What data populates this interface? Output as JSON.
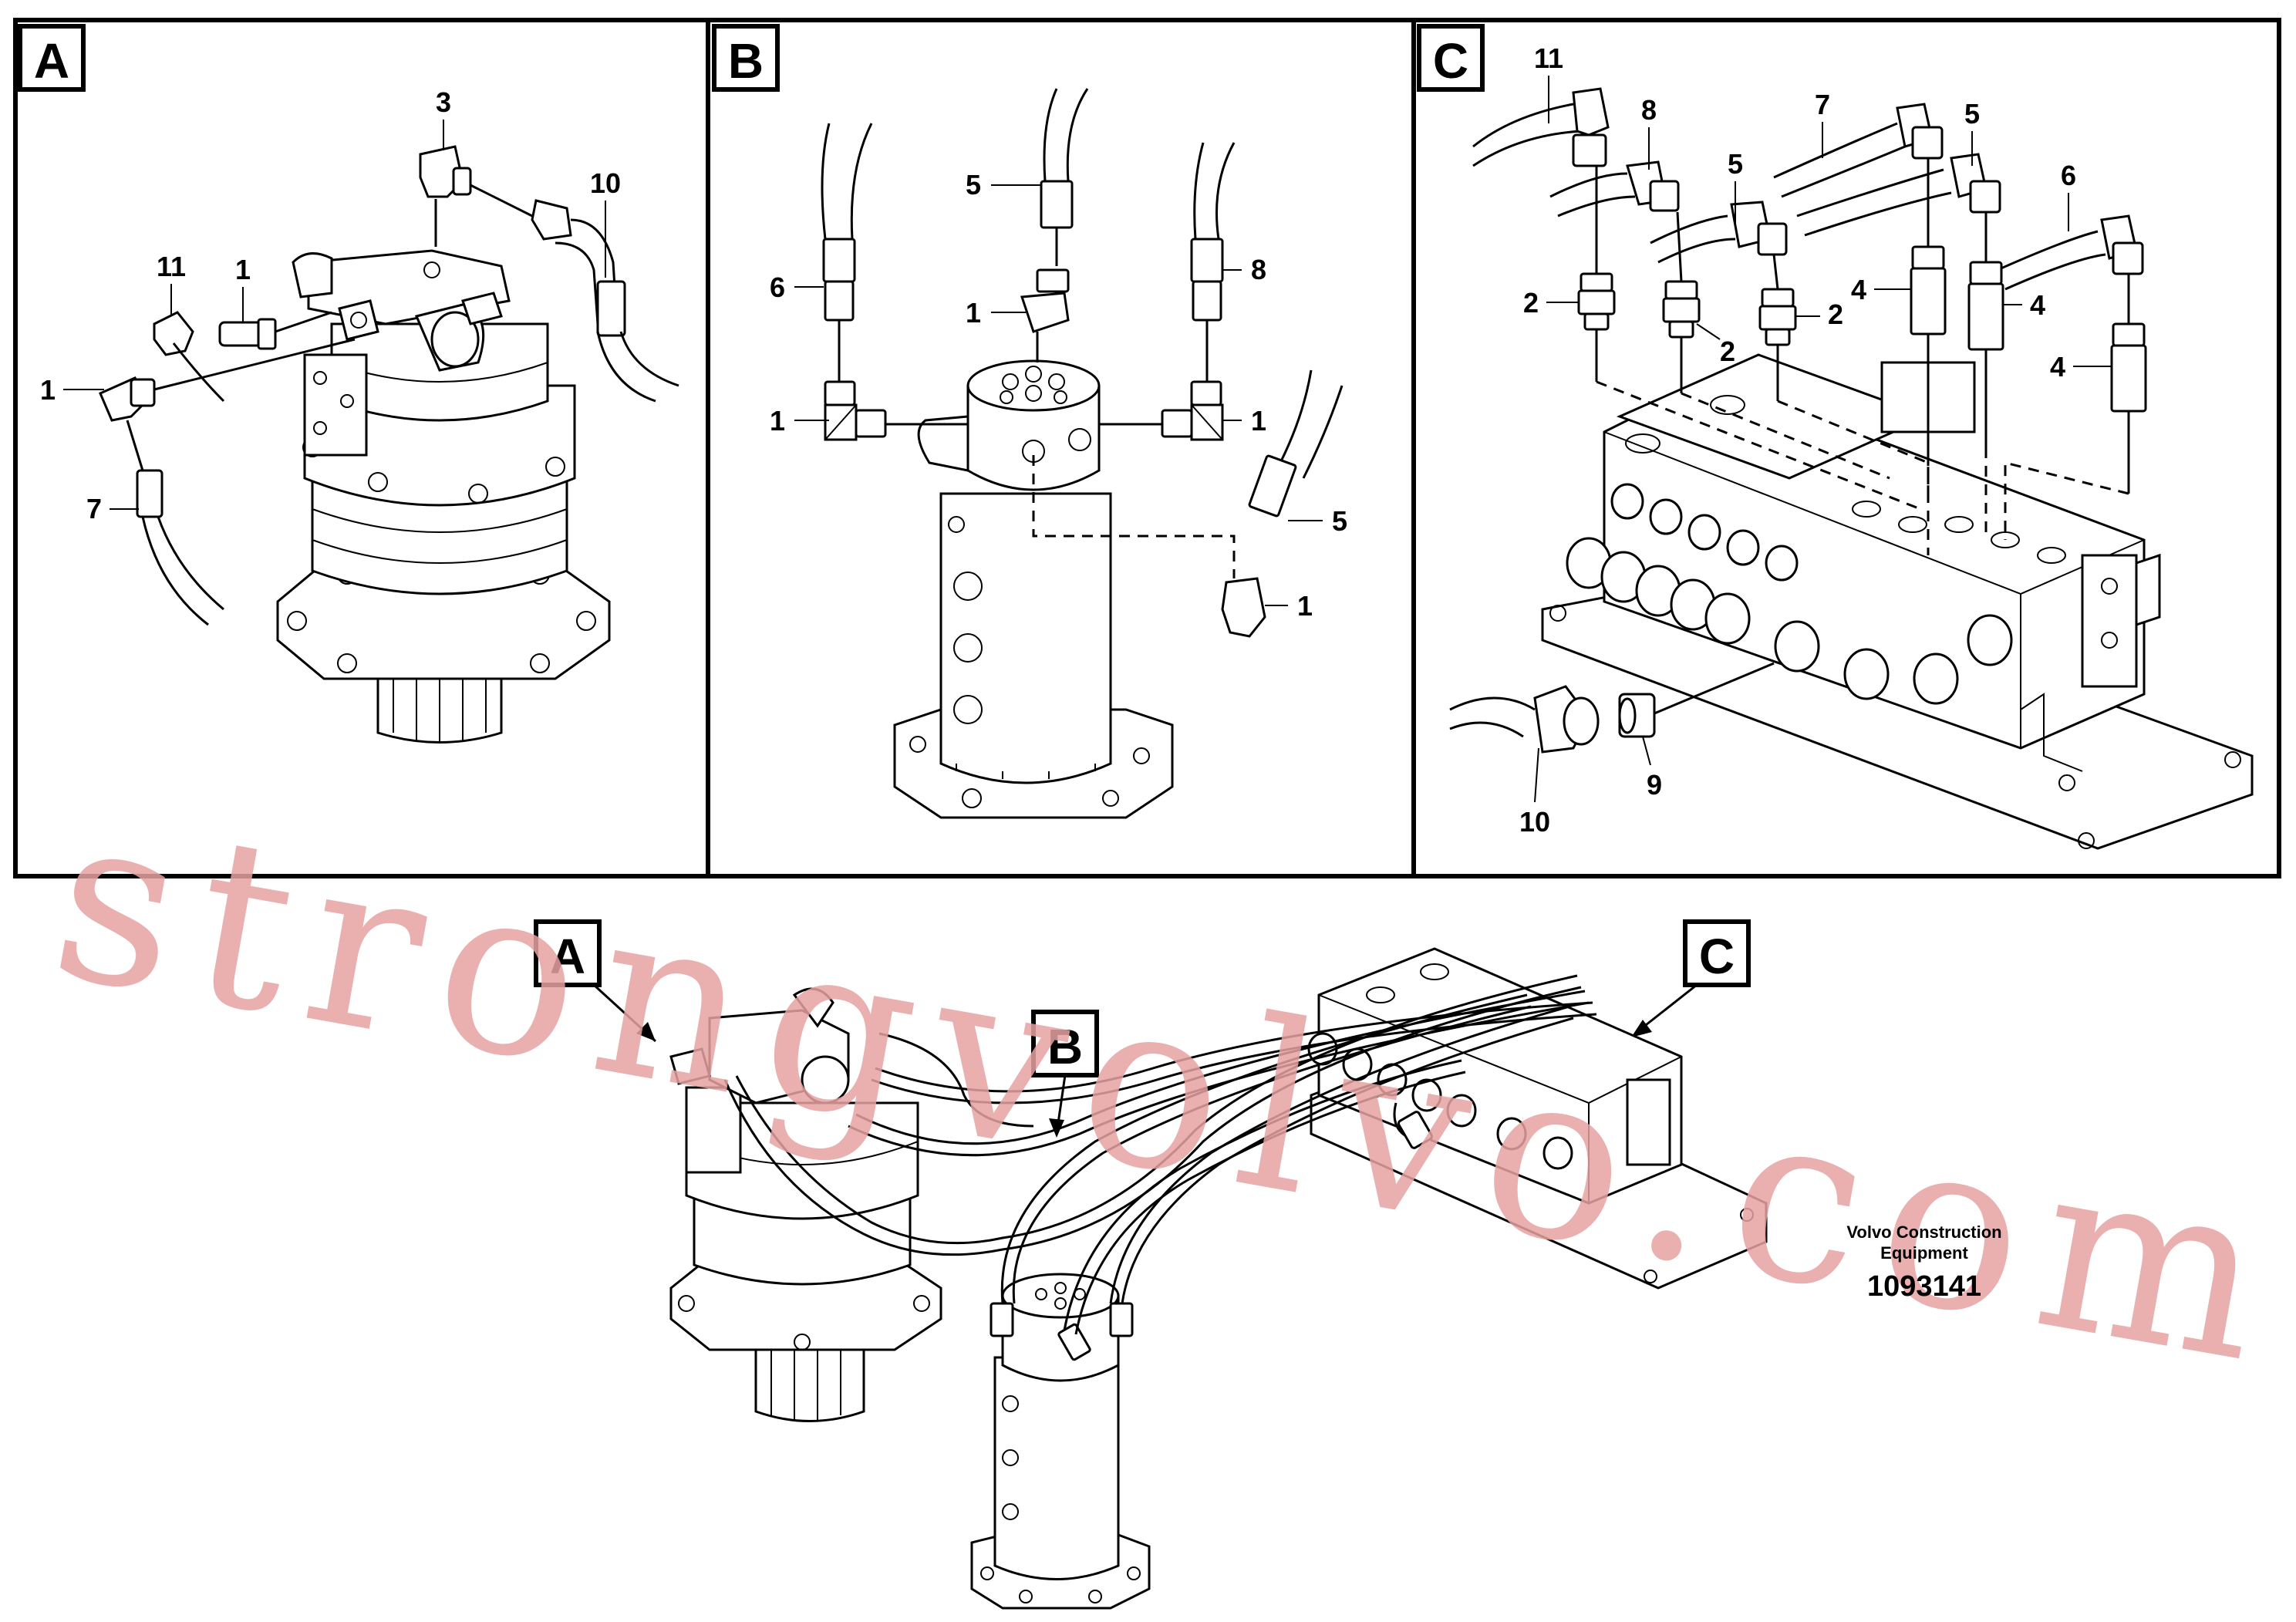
{
  "panels": [
    {
      "letter": "A",
      "callouts": [
        "3",
        "10",
        "11",
        "1",
        "1",
        "7"
      ]
    },
    {
      "letter": "B",
      "callouts": [
        "5",
        "6",
        "8",
        "1",
        "1",
        "1",
        "5",
        "1"
      ]
    },
    {
      "letter": "C",
      "callouts": [
        "11",
        "8",
        "7",
        "5",
        "5",
        "6",
        "2",
        "2",
        "2",
        "4",
        "4",
        "4",
        "10",
        "9"
      ]
    }
  ],
  "overview": {
    "labels": [
      "A",
      "B",
      "C"
    ]
  },
  "watermark": "strongvolvo.com",
  "footer": {
    "company_line1": "Volvo Construction",
    "company_line2": "Equipment",
    "drawing_number": "1093141"
  }
}
